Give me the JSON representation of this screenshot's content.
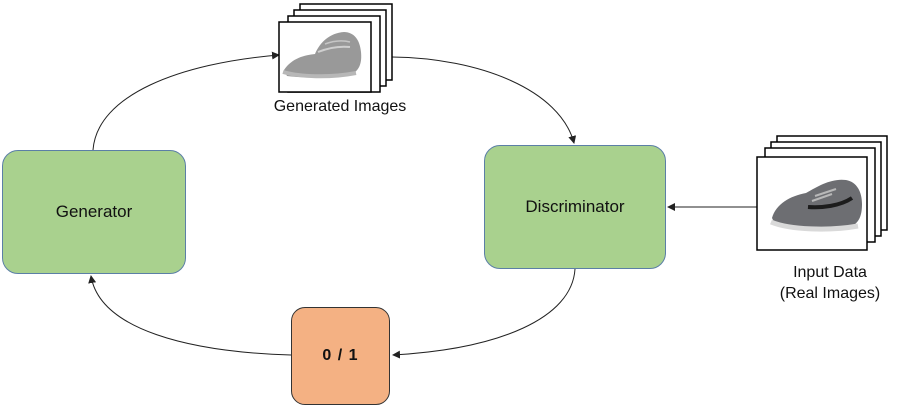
{
  "nodes": {
    "generator": {
      "label": "Generator",
      "color": "#a9d18e"
    },
    "discriminator": {
      "label": "Discriminator",
      "color": "#a9d18e"
    },
    "output": {
      "label": "0 / 1",
      "color": "#f4b183"
    }
  },
  "captions": {
    "generated_images": "Generated Images",
    "input_data": "Input Data",
    "real_images": "(Real Images)"
  },
  "icons": {
    "generated_stack": "generated-sneaker-images",
    "real_stack": "real-sneaker-images"
  }
}
